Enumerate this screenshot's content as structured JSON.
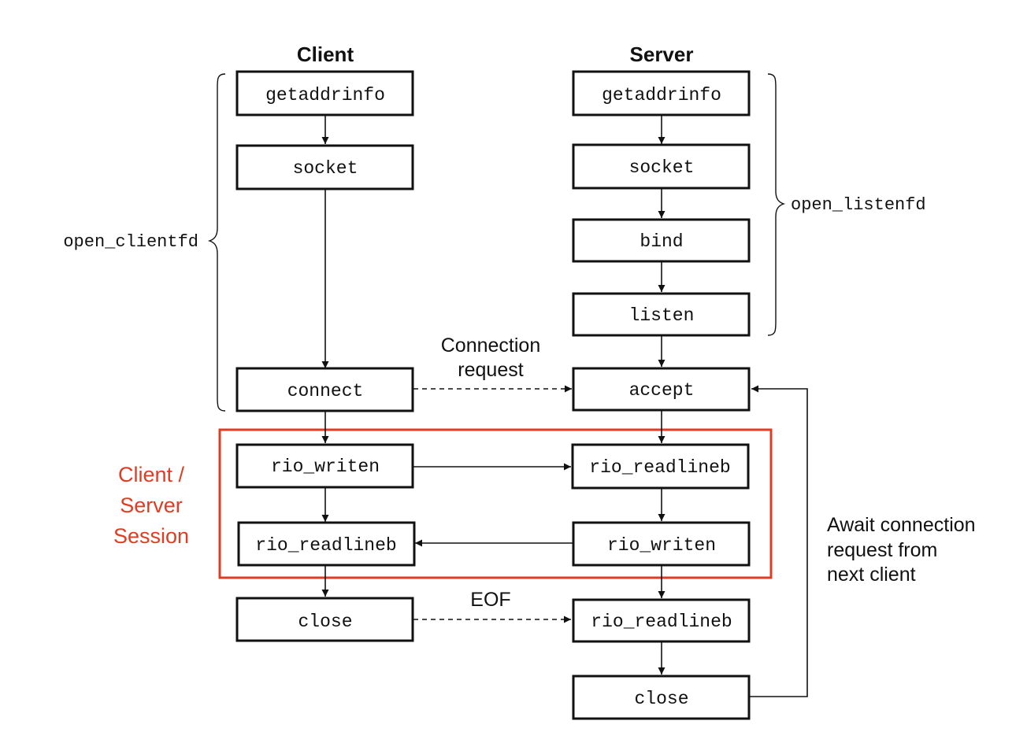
{
  "columns": {
    "client": "Client",
    "server": "Server"
  },
  "client": {
    "getaddrinfo": "getaddrinfo",
    "socket": "socket",
    "connect": "connect",
    "rio_writen": "rio_writen",
    "rio_readlineb": "rio_readlineb",
    "close": "close"
  },
  "server": {
    "getaddrinfo": "getaddrinfo",
    "socket": "socket",
    "bind": "bind",
    "listen": "listen",
    "accept": "accept",
    "rio_readlineb": "rio_readlineb",
    "rio_writen": "rio_writen",
    "rio_readlineb_eof": "rio_readlineb",
    "close": "close"
  },
  "groups": {
    "open_clientfd": "open_clientfd",
    "open_listenfd": "open_listenfd"
  },
  "annotations": {
    "connection_request": [
      "Connection",
      "request"
    ],
    "eof": "EOF",
    "await": [
      "Await connection",
      "request from",
      "next client"
    ]
  },
  "session": {
    "label": [
      "Client /",
      "Server",
      "Session"
    ],
    "color": "#e03c24"
  }
}
